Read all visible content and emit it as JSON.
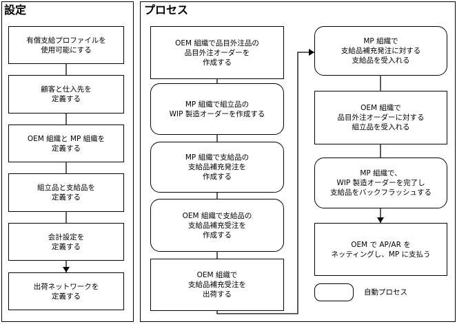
{
  "setup": {
    "title": "設定",
    "steps": [
      "有償支給プロファイルを\n使用可能にする",
      "顧客と仕入先を\n定義する",
      "OEM 組織と MP 組織を\n定義する",
      "組立品と支給品を\n定義する",
      "会計設定を\n定義する",
      "出荷ネットワークを\n定義する"
    ]
  },
  "process": {
    "title": "プロセス",
    "left_steps": [
      "OEM 組織で品目外注品の\n品目外注オーダーを\n作成する",
      "MP 組織で組立品の\nWIP 製造オーダーを作成する",
      "MP 組織で支給品の\n支給品補充発注を\n作成する",
      "OEM 組織で支給品の\n支給品補充受注を\n作成する",
      "OEM 組織で\n支給品補充受注を\n出荷する"
    ],
    "right_steps": [
      "MP 組織で\n支給品補充発注に対する\n支給品を受入れる",
      "OEM 組織で\n品目外注オーダーに対する\n組立品を受入れる",
      "MP 組織で、\nWIP 製造オーダーを完了し\n支給品をバックフラッシュする",
      "OEM で AP/AR を\nネッティングし、MP に支払う"
    ]
  },
  "legend": {
    "label": "自動プロセス"
  }
}
